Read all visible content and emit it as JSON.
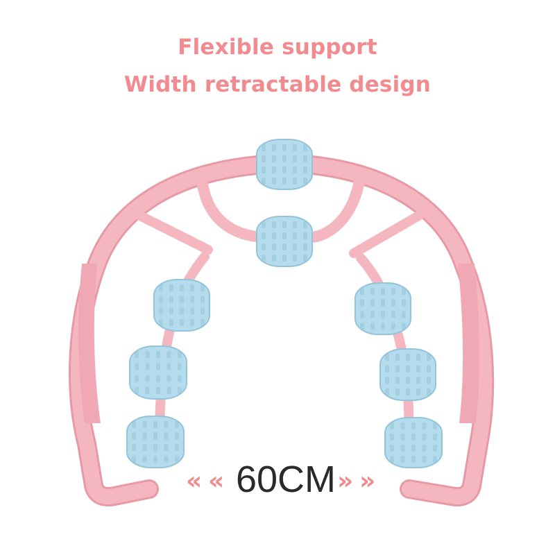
{
  "headline": {
    "line1": "Flexible support",
    "line2": "Width retractable design"
  },
  "dimension": {
    "label": "60CM",
    "left_arrow_glyph": "«",
    "right_arrow_glyph": "»"
  },
  "colors": {
    "headline": "#f28b8f",
    "frame": "#f4b6bf",
    "frame_shadow": "#e79aa6",
    "roller": "#b5dcec",
    "roller_shadow": "#93c4d9",
    "arrow": "#f08a8c"
  },
  "icons": [
    "left-double-arrow-icon",
    "right-double-arrow-icon"
  ]
}
